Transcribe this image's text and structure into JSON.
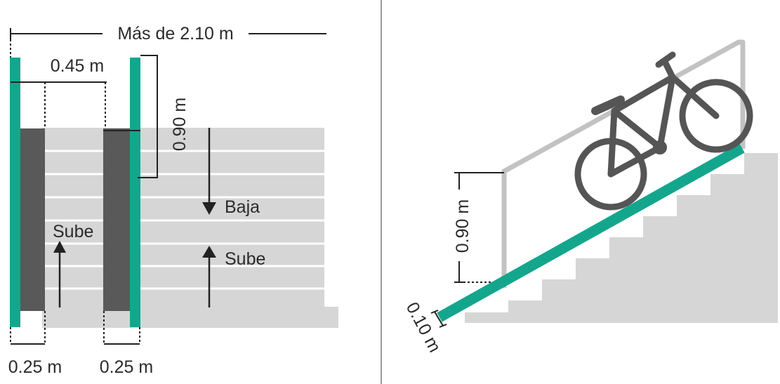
{
  "left_panel": {
    "total_width_label": "Más de 2.10 m",
    "gap_label": "0.45 m",
    "rail_height_label": "0.90 m",
    "down_label": "Baja",
    "up_label_ramp": "Sube",
    "up_label_stairs": "Sube",
    "ramp_width_left_label": "0.25 m",
    "ramp_width_right_label": "0.25 m"
  },
  "right_panel": {
    "rail_height_label": "0.90 m",
    "ramp_thickness_label": "0.10 m"
  },
  "colors": {
    "accent_teal": "#14a68d",
    "ramp_dark": "#595959",
    "stair_gray": "#d6d6d6",
    "stair_line": "#ffffff",
    "bike": "#555555",
    "rail_gray": "#c2c2c2"
  }
}
